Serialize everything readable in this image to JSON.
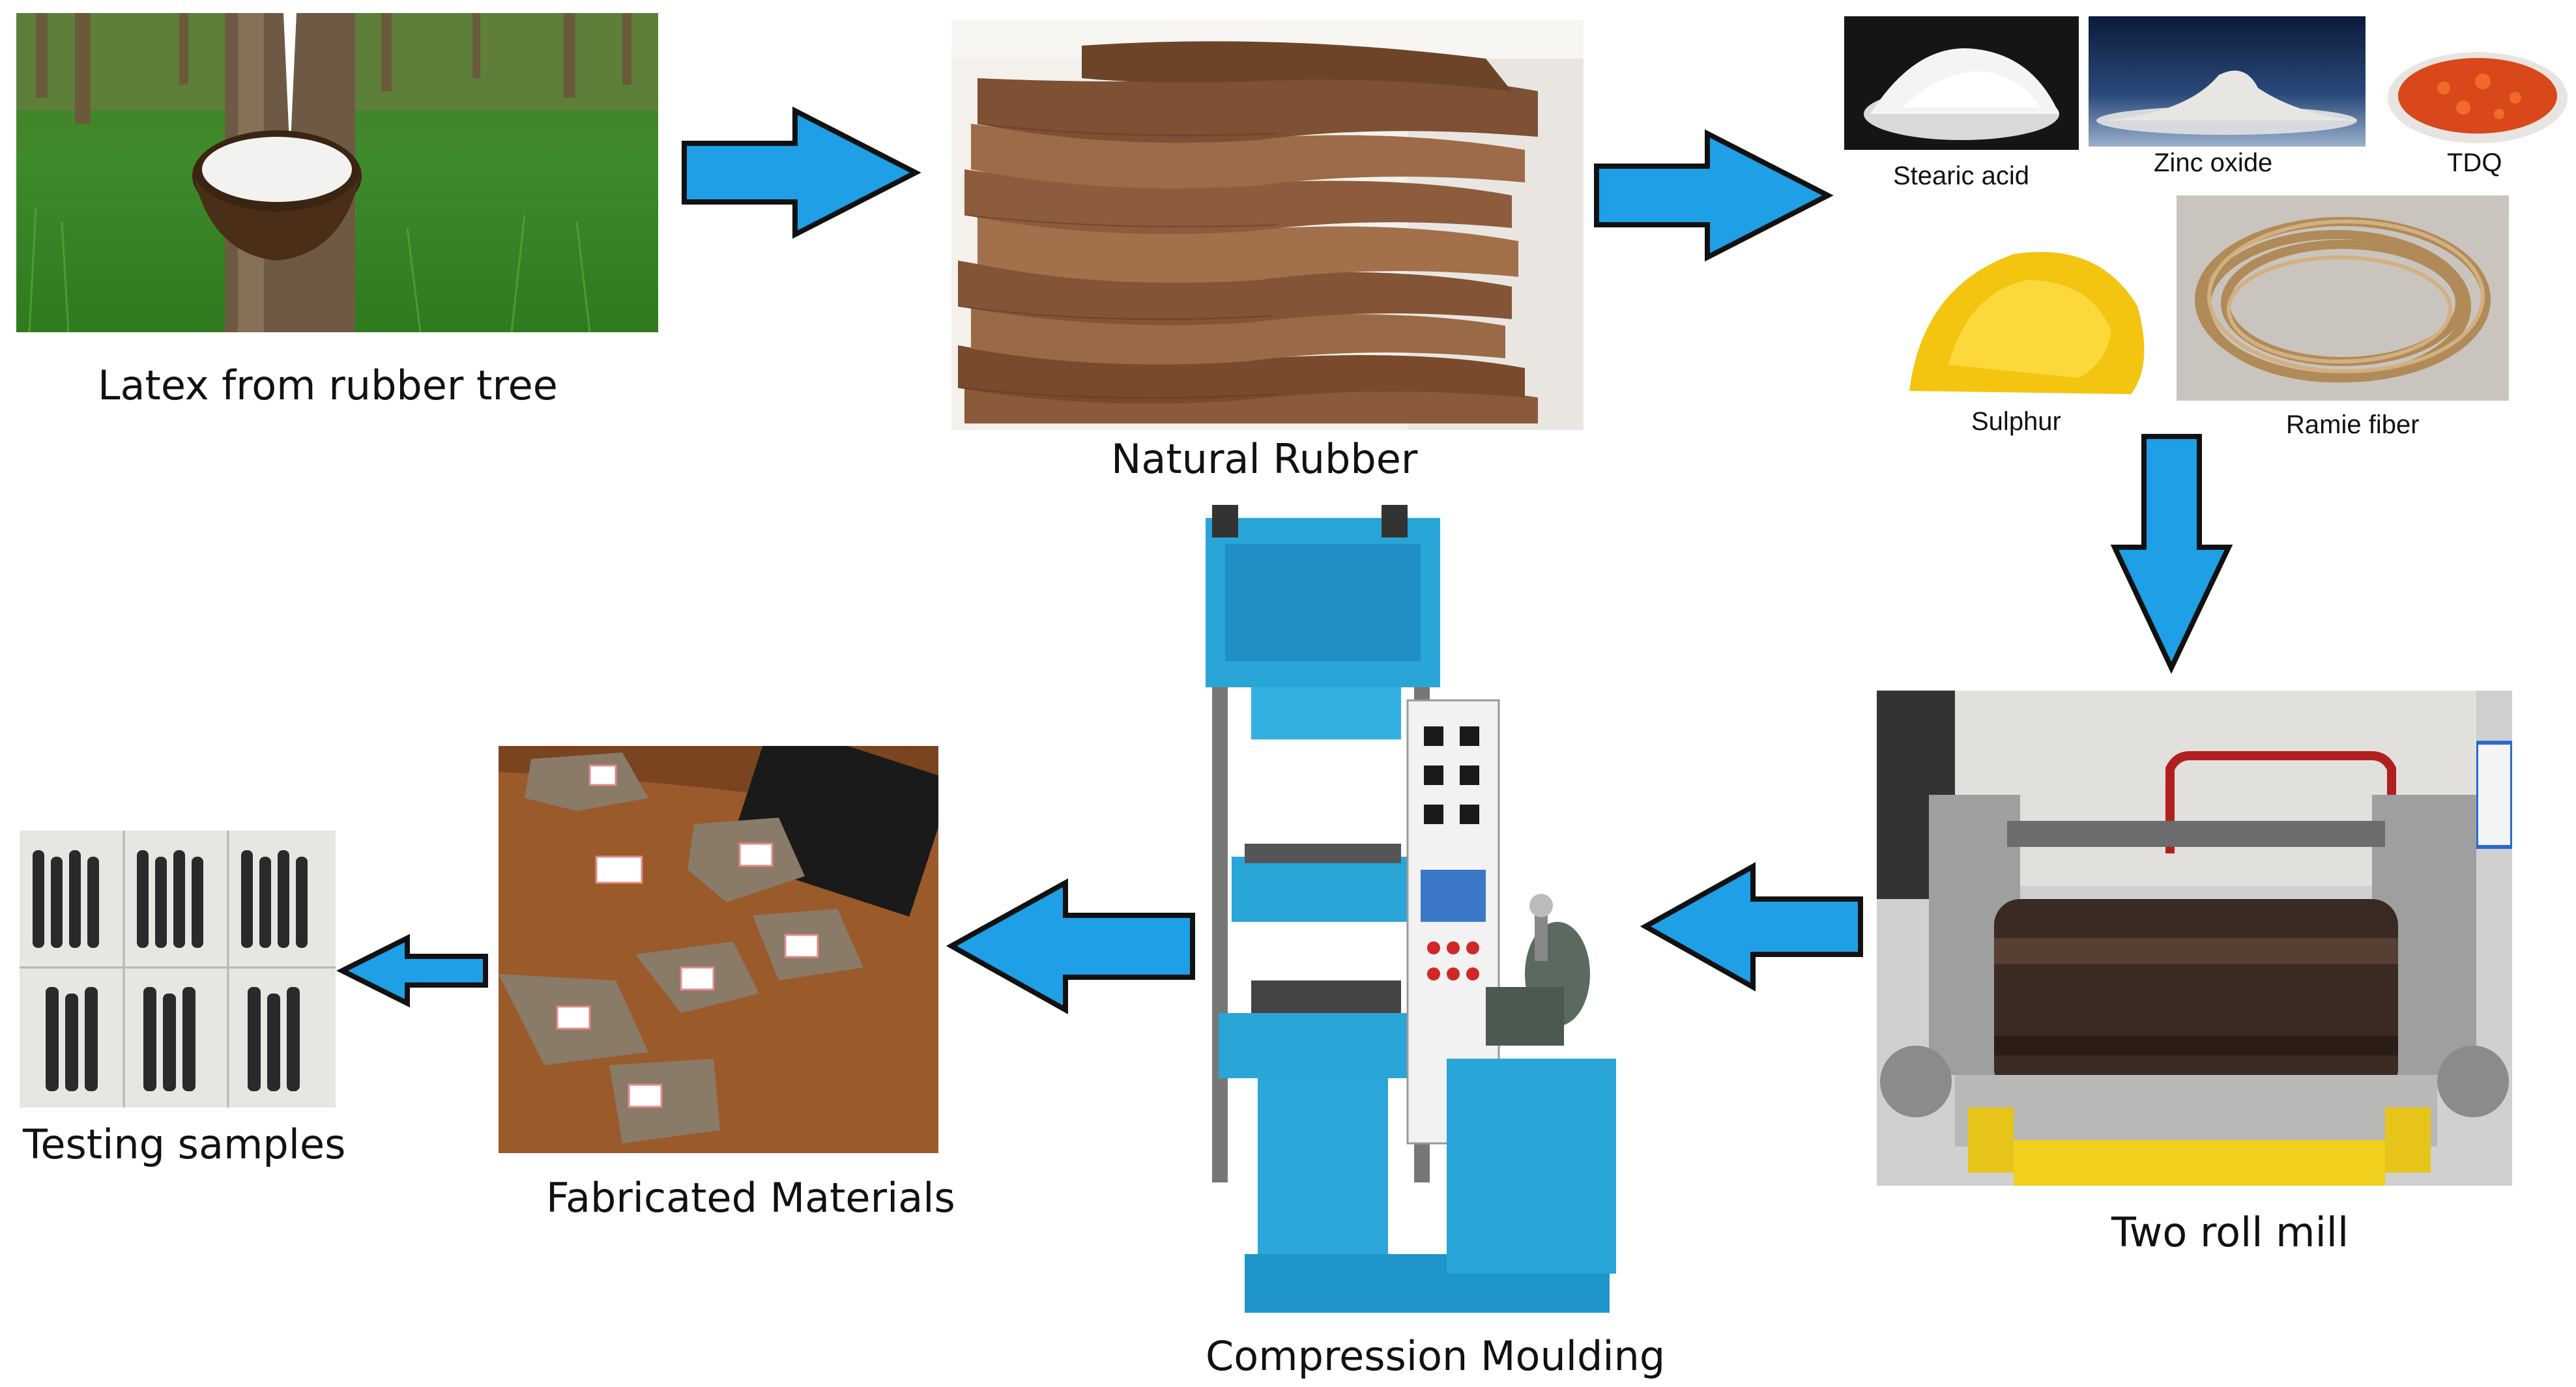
{
  "colors": {
    "arrow_fill": "#1e9fe6",
    "arrow_stroke": "#111111"
  },
  "steps": {
    "latex": "Latex from rubber tree",
    "natural_rubber": "Natural Rubber",
    "two_roll_mill": "Two roll mill",
    "compression": "Compression Moulding",
    "fabricated": "Fabricated Materials",
    "testing": "Testing samples"
  },
  "ingredients": {
    "stearic_acid": "Stearic acid",
    "zinc_oxide": "Zinc oxide",
    "tdq": "TDQ",
    "sulphur": "Sulphur",
    "ramie_fiber": "Ramie fiber"
  },
  "arrows": [
    {
      "name": "arrow-latex-to-rubber",
      "direction": "right"
    },
    {
      "name": "arrow-rubber-to-ingredients",
      "direction": "right"
    },
    {
      "name": "arrow-ingredients-to-mill",
      "direction": "down"
    },
    {
      "name": "arrow-mill-to-press",
      "direction": "left"
    },
    {
      "name": "arrow-press-to-fabricated",
      "direction": "left"
    },
    {
      "name": "arrow-fabricated-to-testing",
      "direction": "left"
    }
  ]
}
